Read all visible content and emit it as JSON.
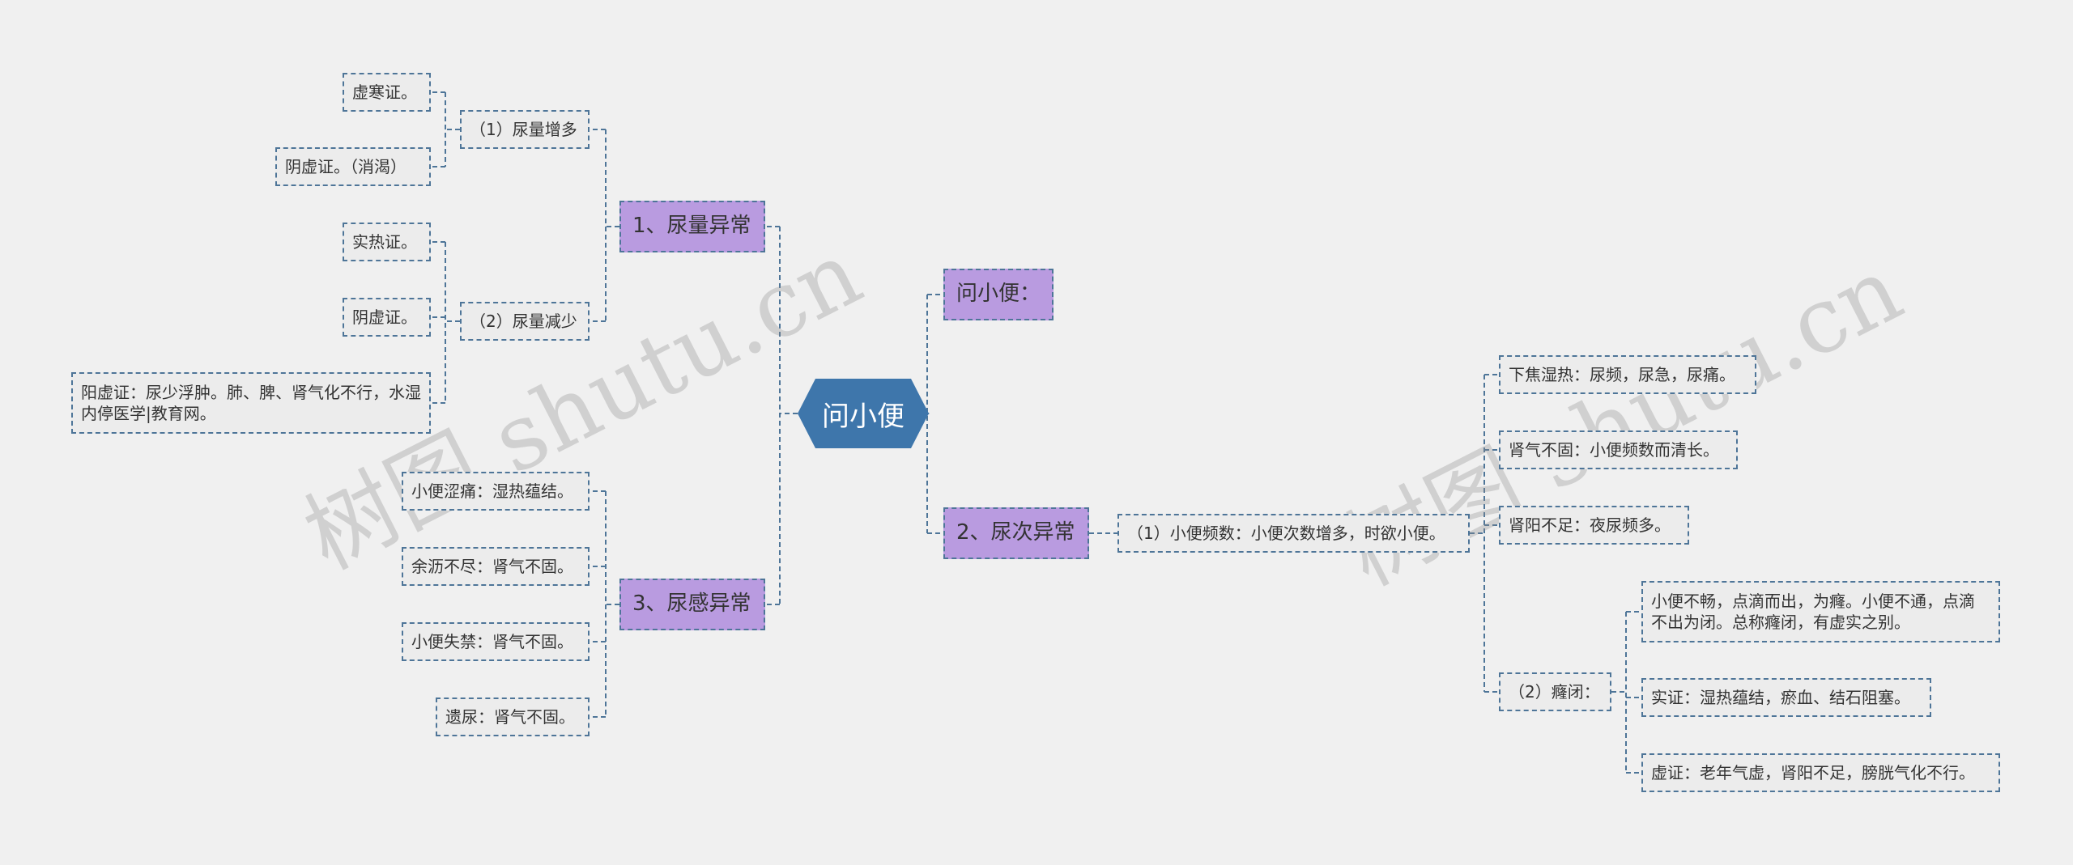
{
  "root": {
    "label": "问小便"
  },
  "branches": {
    "b1": {
      "label": "1、尿量异常"
    },
    "b1_1": {
      "label": "（1）尿量增多"
    },
    "b1_1_a": {
      "label": "虚寒证。"
    },
    "b1_1_b": {
      "label": "阴虚证。（消渴）"
    },
    "b1_2": {
      "label": "（2）尿量减少"
    },
    "b1_2_a": {
      "label": "实热证。"
    },
    "b1_2_b": {
      "label": "阴虚证。"
    },
    "b1_2_c": {
      "label": "阳虚证：尿少浮肿。肺、脾、肾气化不行，水湿内停医学|教育网。"
    },
    "b3": {
      "label": "3、尿感异常"
    },
    "b3_a": {
      "label": "小便涩痛：湿热蕴结。"
    },
    "b3_b": {
      "label": "余沥不尽：肾气不固。"
    },
    "b3_c": {
      "label": "小便失禁：肾气不固。"
    },
    "b3_d": {
      "label": "遗尿：肾气不固。"
    },
    "r0": {
      "label": "问小便："
    },
    "b2": {
      "label": "2、尿次异常"
    },
    "b2_1": {
      "label": "（1）小便频数：小便次数增多，时欲小便。"
    },
    "b2_1_a": {
      "label": "下焦湿热：尿频，尿急，尿痛。"
    },
    "b2_1_b": {
      "label": "肾气不固：小便频数而清长。"
    },
    "b2_1_c": {
      "label": "肾阳不足：夜尿频多。"
    },
    "b2_2": {
      "label": "（2）癃闭："
    },
    "b2_2_a": {
      "label": "小便不畅，点滴而出，为癃。小便不通，点滴不出为闭。总称癃闭，有虚实之别。"
    },
    "b2_2_b": {
      "label": "实证：湿热蕴结，瘀血、结石阻塞。"
    },
    "b2_2_c": {
      "label": "虚证：老年气虚，肾阳不足，膀胱气化不行。"
    }
  },
  "watermarks": [
    "树图 shutu.cn",
    "树图 shutu.cn"
  ],
  "colors": {
    "root": "#3e76ab",
    "category": "#b99be0",
    "leaf": "#ececec",
    "line": "#4e7598",
    "background": "#f0f0f0"
  }
}
